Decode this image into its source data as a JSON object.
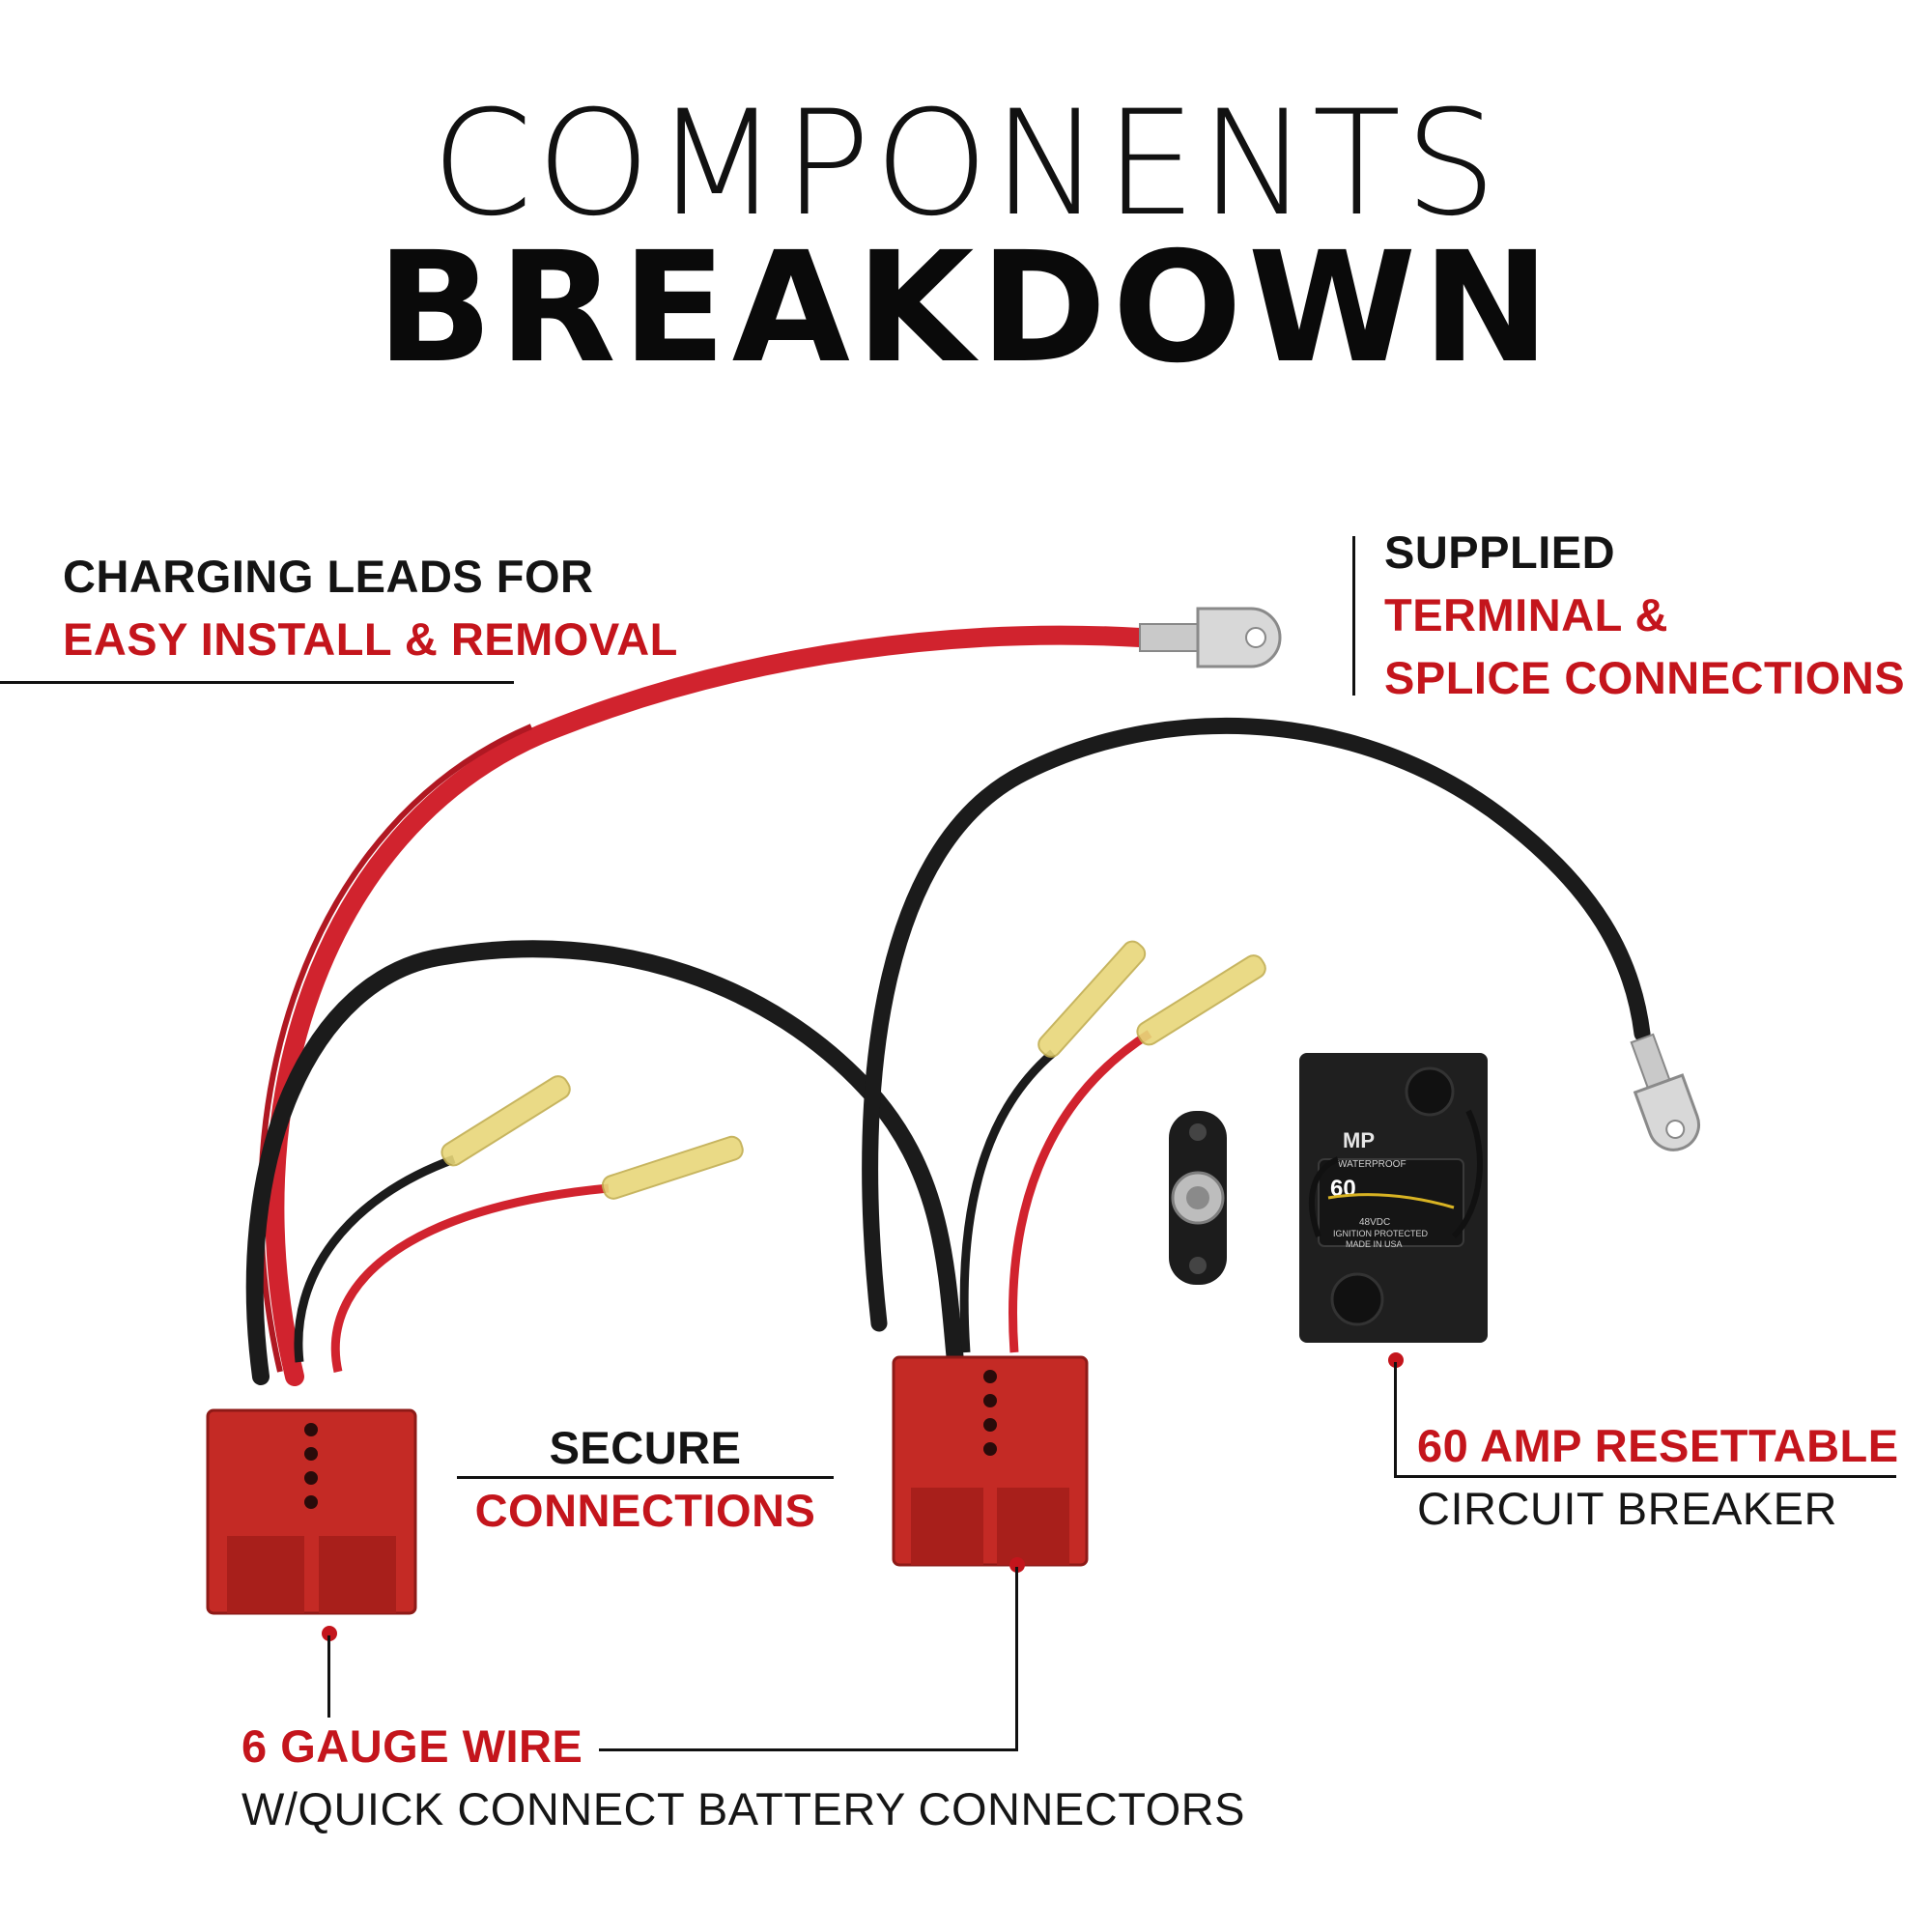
{
  "title": {
    "line1": "COMPONENTS",
    "line2": "BREAKDOWN"
  },
  "callouts": {
    "charging": {
      "line1": "CHARGING LEADS FOR",
      "line2": "EASY INSTALL & REMOVAL"
    },
    "supplied": {
      "line1": "SUPPLIED",
      "line2": "TERMINAL &",
      "line3": "SPLICE CONNECTIONS"
    },
    "secure": {
      "line1": "SECURE",
      "line2": "CONNECTIONS"
    },
    "breaker": {
      "line1": "60 AMP RESETTABLE",
      "line2": "CIRCUIT BREAKER"
    },
    "wire": {
      "line1": "6 GAUGE WIRE",
      "line2": "W/QUICK CONNECT BATTERY CONNECTORS"
    }
  },
  "breaker_label": {
    "brand": "MP",
    "rating": "60",
    "text1": "48VDC",
    "text2": "IGNITION PROTECTED",
    "text3": "MADE IN USA",
    "waterproof": "WATERPROOF"
  },
  "colors": {
    "accent": "#c4151c",
    "text": "#141414",
    "wire_red": "#d1232e",
    "wire_black": "#1b1b1b",
    "connector": "#c42a25"
  }
}
